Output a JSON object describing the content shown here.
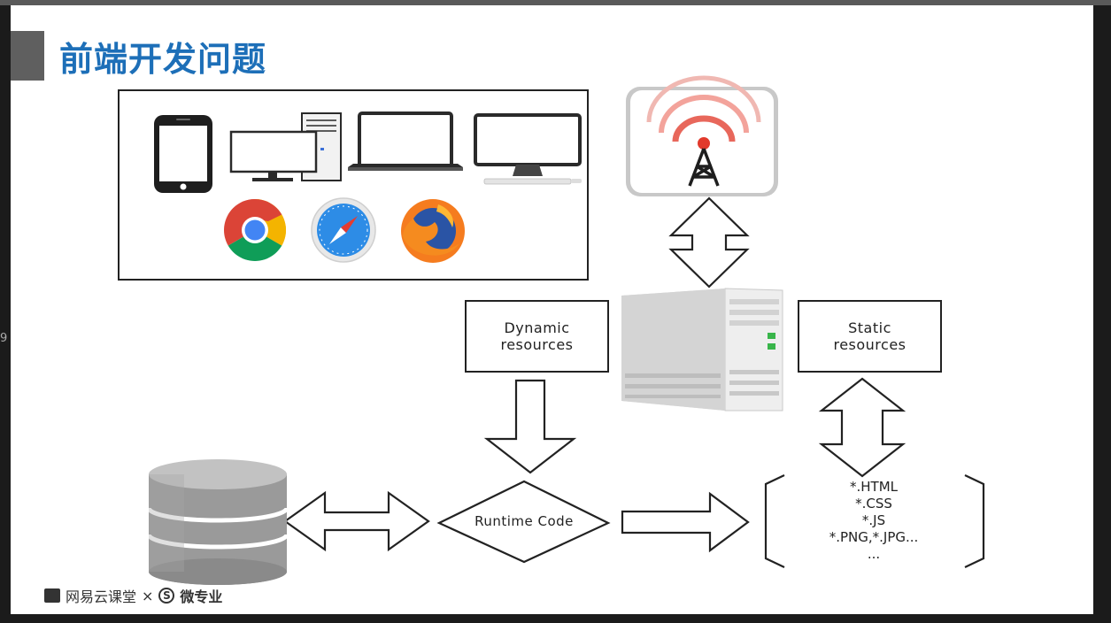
{
  "slide": {
    "title": "前端开发问题",
    "side_number": "9"
  },
  "boxes": {
    "dynamic": [
      "Dynamic",
      "resources"
    ],
    "static": [
      "Static",
      "resources"
    ]
  },
  "runtime_label": "Runtime Code",
  "files": [
    "*.HTML",
    "*.CSS",
    "*.JS",
    "*.PNG,*.JPG...",
    "..."
  ],
  "footer": {
    "brand": "网易云课堂",
    "times": "×",
    "partner": "微专业"
  },
  "icons": [
    "phone-icon",
    "desktop-tower-icon",
    "laptop-icon",
    "imac-icon",
    "chrome-icon",
    "safari-icon",
    "firefox-icon",
    "signal-tower-icon",
    "server-icon",
    "database-icon"
  ],
  "colors": {
    "title": "#1d6fb8",
    "signal_red": "#e23a2c",
    "chrome_red": "#db4437",
    "chrome_green": "#0f9d58",
    "chrome_yellow": "#f4b400",
    "chrome_blue": "#4285f4"
  }
}
